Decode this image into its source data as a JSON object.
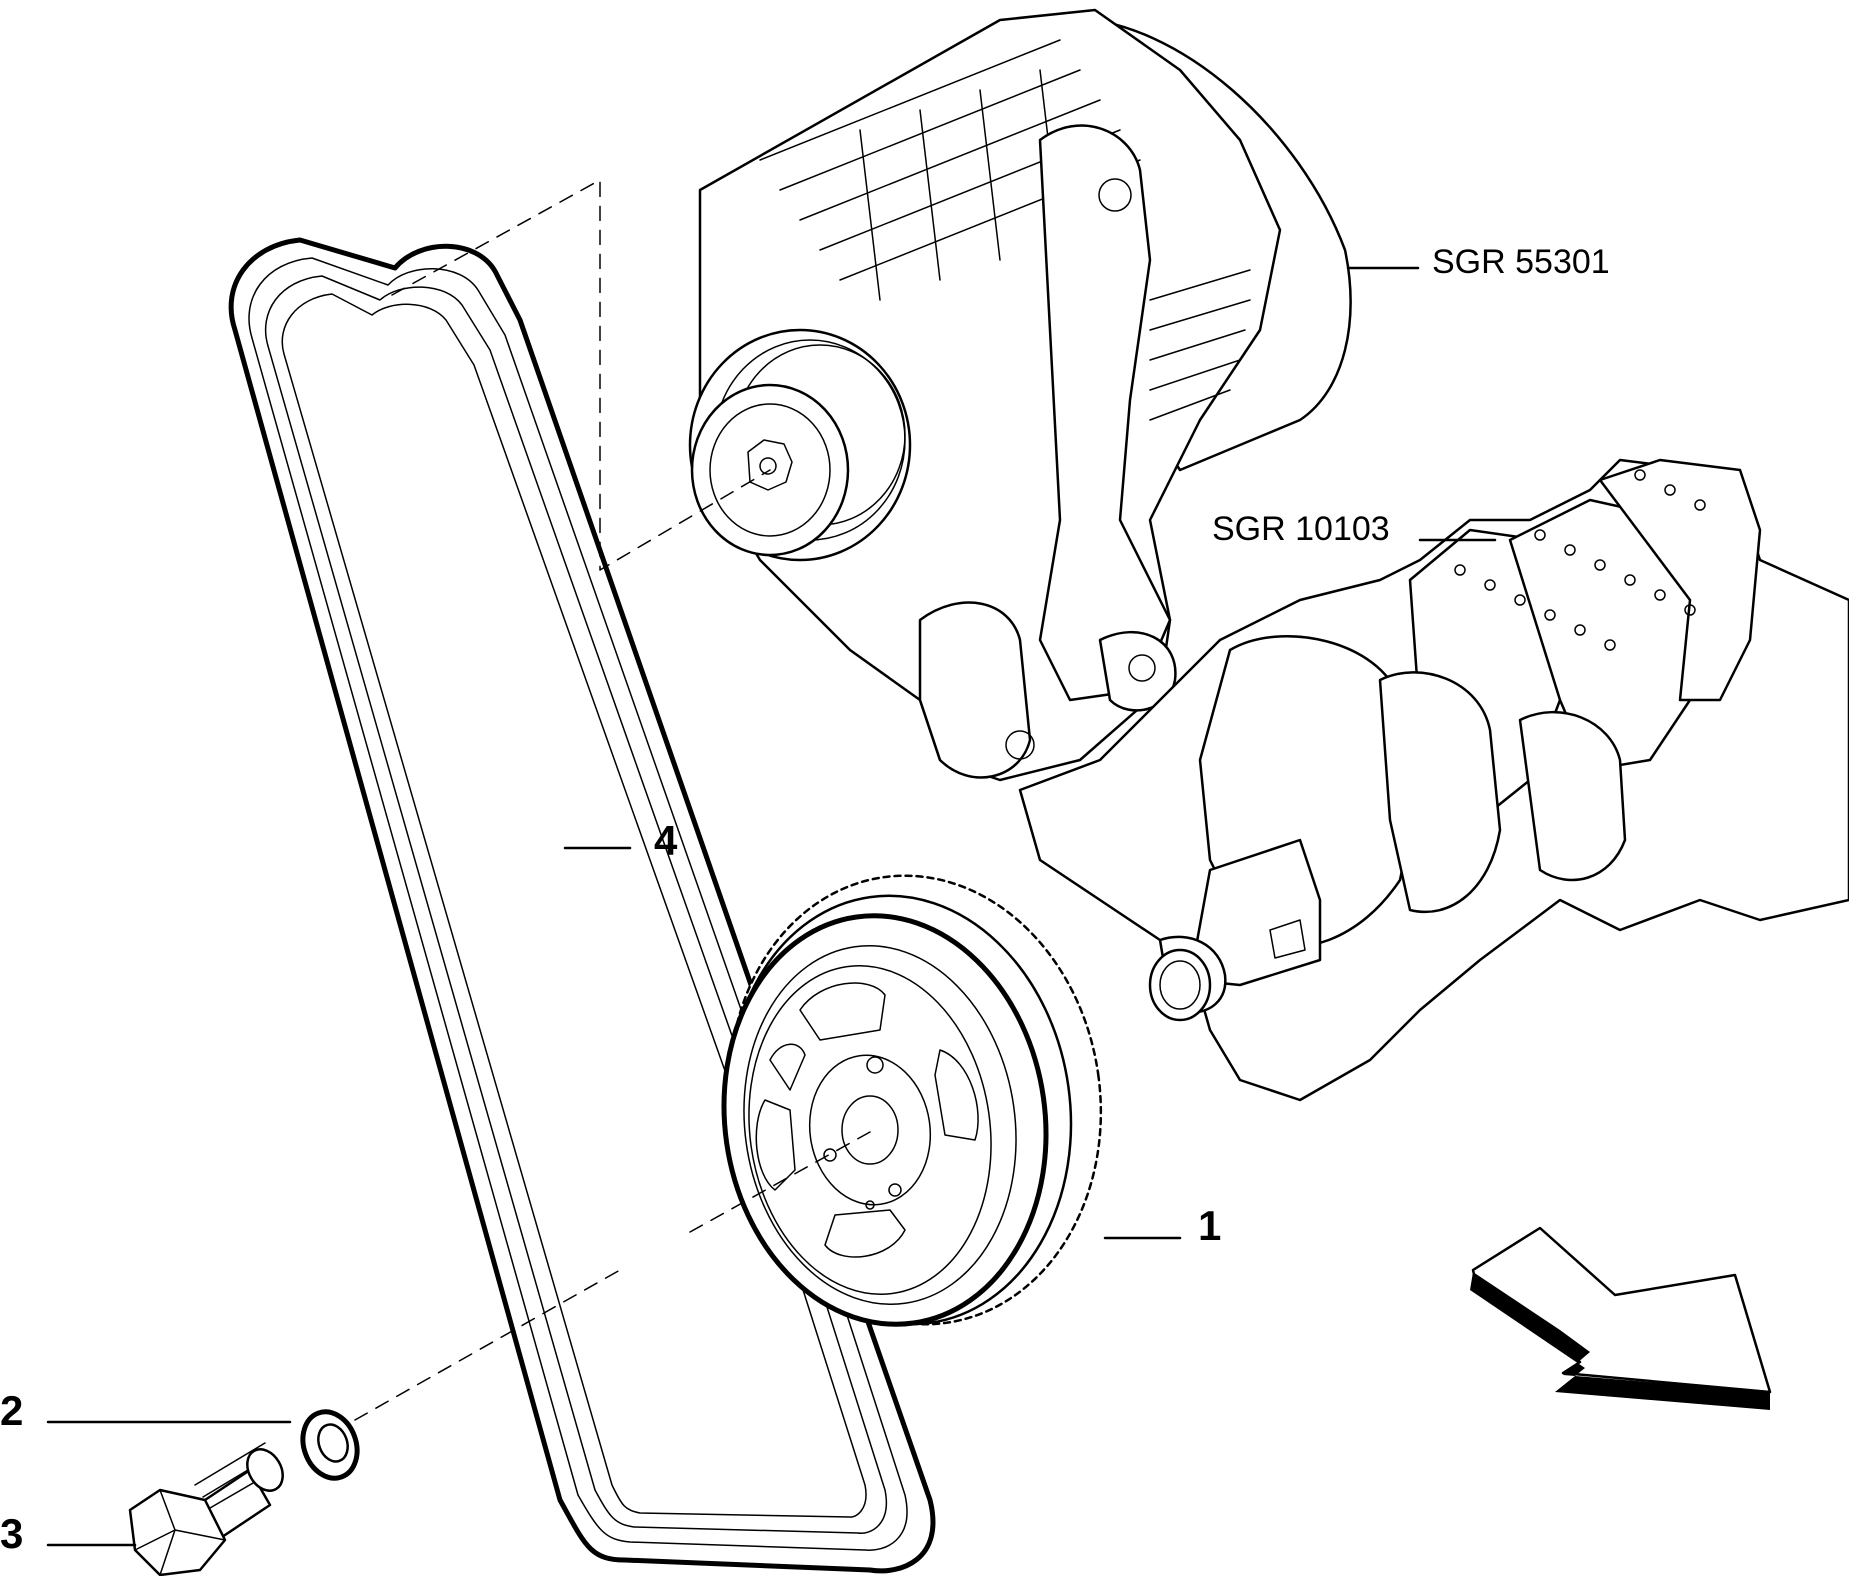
{
  "callouts": [
    {
      "id": "1",
      "label": "1"
    },
    {
      "id": "2",
      "label": "2"
    },
    {
      "id": "3",
      "label": "3"
    },
    {
      "id": "4",
      "label": "4"
    }
  ],
  "references": [
    {
      "id": "alternator",
      "label": "SGR 55301"
    },
    {
      "id": "crankshaft",
      "label": "SGR 10103"
    }
  ]
}
